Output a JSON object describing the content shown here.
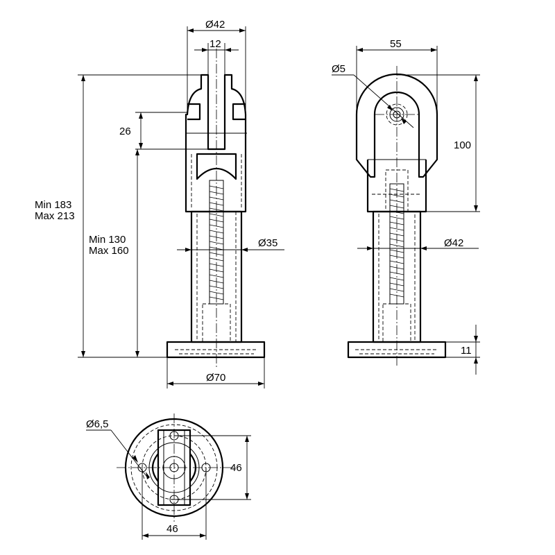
{
  "dimensions": {
    "front_top_diameter": "Ø42",
    "slot_width": "12",
    "clevis_depth": "26",
    "overall_min": "Min 183",
    "overall_max": "Max 213",
    "lower_min": "Min 130",
    "lower_max": "Max 160",
    "tube_diameter": "Ø35",
    "base_diameter": "Ø70",
    "side_width": "55",
    "pin_diameter": "Ø5",
    "head_height": "100",
    "side_tube_diameter": "Ø42",
    "base_thickness": "11",
    "hole_diameter": "Ø6,5",
    "hole_spacing_vertical": "46",
    "hole_spacing_horizontal": "46"
  }
}
